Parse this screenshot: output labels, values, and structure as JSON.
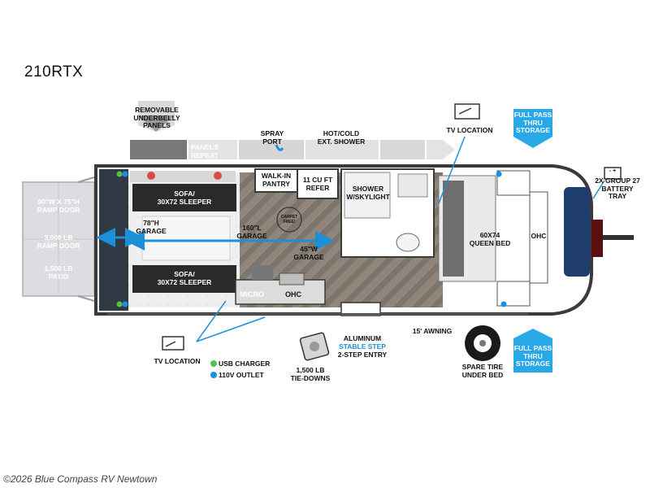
{
  "model_name": "210RTX",
  "labels": {
    "removable_underbelly": "REMOVABLE\nUNDERBELLY\nPANELS",
    "panels_repeat": "PANELS\nREPEAT",
    "spray_port": "SPRAY\nPORT",
    "hot_cold_shower": "HOT/COLD\nEXT. SHOWER",
    "tv_location_top": "TV LOCATION",
    "full_pass_top": "FULL PASS\nTHRU\nSTORAGE",
    "battery_tray": "2X GROUP 27\nBATTERY\nTRAY",
    "ramp_door_size": "90\"W x 75\"H\nRAMP DOOR",
    "ramp_door_weight": "3,000 LB\nRAMP DOOR",
    "patio": "1,500 LB\nPATIO",
    "sofa_top": "SOFA/\n30x72 SLEEPER",
    "sofa_bottom": "SOFA/\n30x72 SLEEPER",
    "garage_78": "78\"H\nGARAGE",
    "garage_160": "160\"L\nGARAGE",
    "garage_45": "45\"W\nGARAGE",
    "walk_in_pantry": "WALK-IN\nPANTRY",
    "refer": "11 CU FT\nREFER",
    "shower": "SHOWER\nw/SKYLIGHT",
    "queen_bed": "60x74\nQUEEN BED",
    "ohc_front": "OHC",
    "micro": "MICRO",
    "ohc_kitchen": "OHC",
    "carpet_free": "CARPET FREE!",
    "tv_location_bottom": "TV LOCATION",
    "usb_charger": "USB CHARGER",
    "outlet_110v": "110V OUTLET",
    "tie_downs": "1,500 LB\nTIE-DOWNS",
    "aluminum": "ALUMINUM",
    "stable_step": "STABLE STEP",
    "two_step_entry": "2-STEP ENTRY",
    "awning": "15' AWNING",
    "spare_tire": "SPARE TIRE\nUNDER BED",
    "full_pass_bottom": "FULL PASS\nTHRU\nSTORAGE",
    "battery_symbol": "-  +"
  },
  "colors": {
    "blue_arrow": "#1c8fd6",
    "storage_arrow": "#29a8e8",
    "usb_dot": "#4fc447",
    "outlet_dot": "#1e8fe0",
    "dark_furniture": "#2b2b2b",
    "floor_wood": "#8a8077",
    "wall": "#4a4a4a"
  },
  "footer_text": "©2026 Blue Compass RV Newtown"
}
